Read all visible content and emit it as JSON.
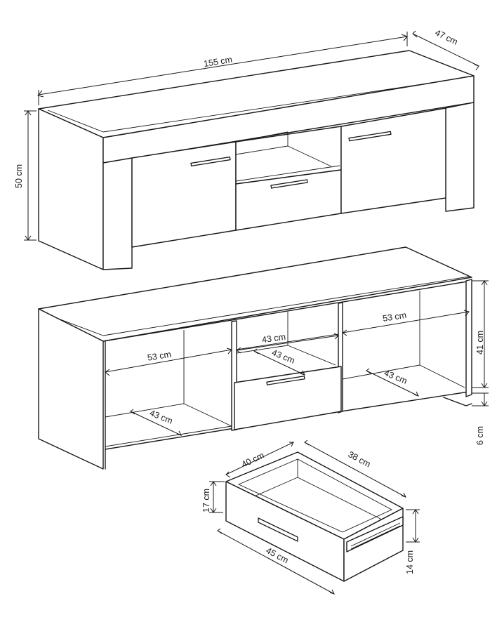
{
  "top_view": {
    "width": "155 cm",
    "depth": "47 cm",
    "height": "50 cm"
  },
  "open_view": {
    "left_width": "53 cm",
    "left_depth": "43 cm",
    "middle_width": "43 cm",
    "middle_depth": "43 cm",
    "right_width": "53 cm",
    "right_depth": "43 cm",
    "shelf_height": "41 cm",
    "leg_height": "6 cm"
  },
  "drawer": {
    "depth_outer": "40 cm",
    "depth_inner": "38 cm",
    "height_front": "17 cm",
    "width": "45 cm",
    "height_side": "14 cm"
  }
}
